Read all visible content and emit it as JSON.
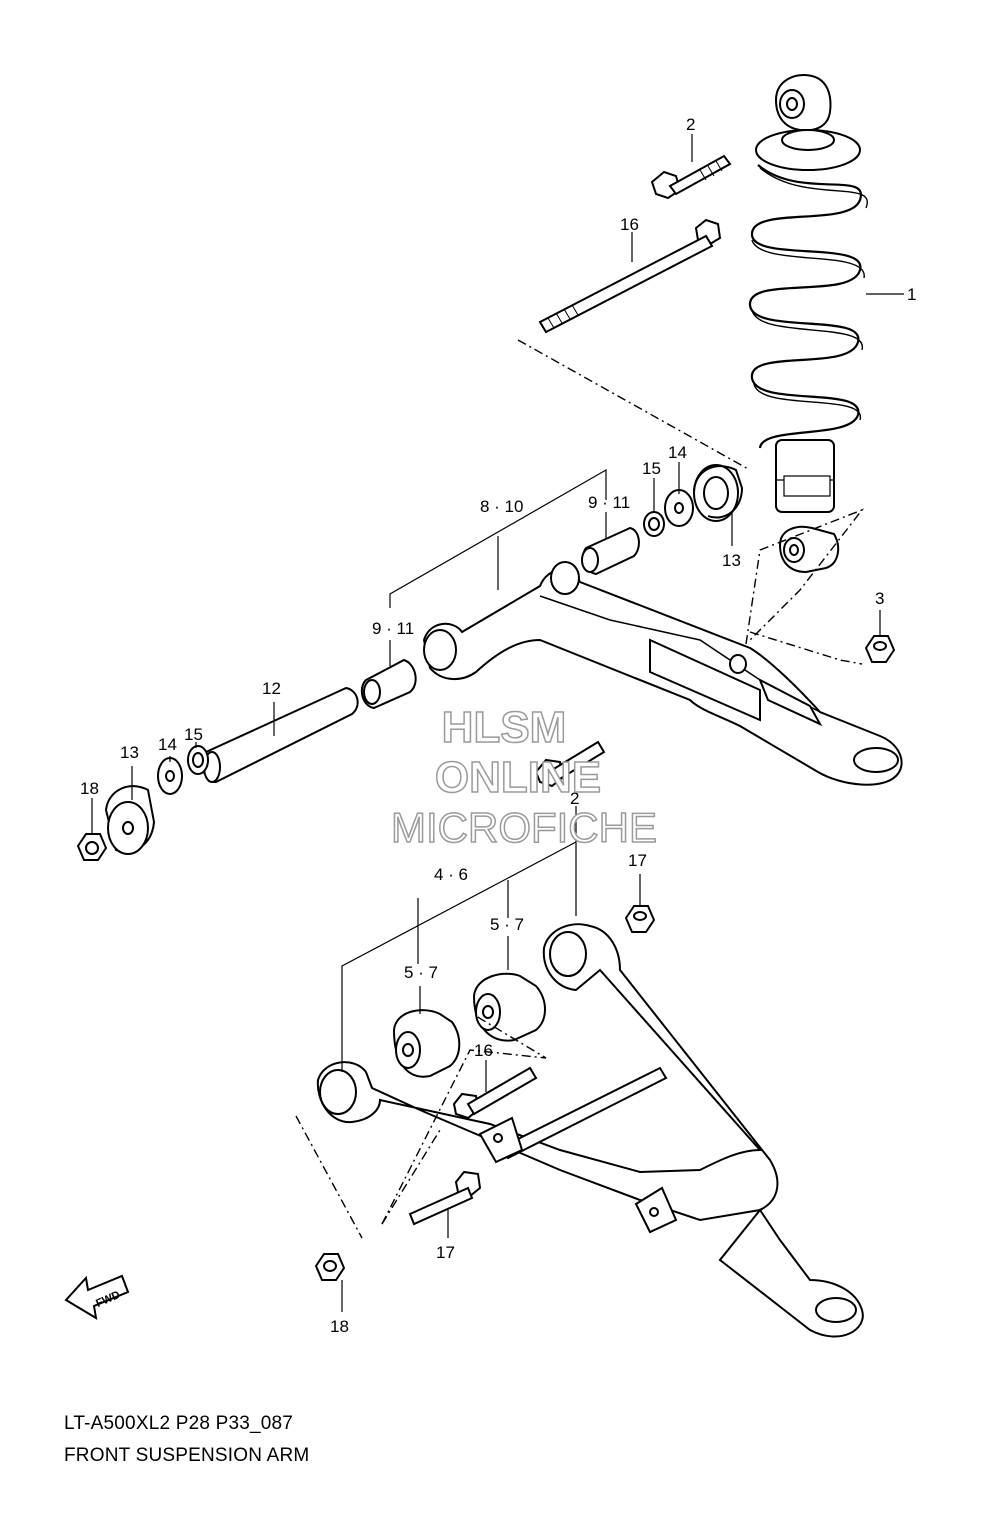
{
  "diagram": {
    "callouts": [
      {
        "id": "c1",
        "text": "1"
      },
      {
        "id": "c2a",
        "text": "2"
      },
      {
        "id": "c2b",
        "text": "2"
      },
      {
        "id": "c3",
        "text": "3"
      },
      {
        "id": "c4_6",
        "text": "4 · 6"
      },
      {
        "id": "c5_7a",
        "text": "5 · 7"
      },
      {
        "id": "c5_7b",
        "text": "5 · 7"
      },
      {
        "id": "c8_10",
        "text": "8 · 10"
      },
      {
        "id": "c9_11a",
        "text": "9 · 11"
      },
      {
        "id": "c9_11b",
        "text": "9 · 11"
      },
      {
        "id": "c12",
        "text": "12"
      },
      {
        "id": "c13a",
        "text": "13"
      },
      {
        "id": "c13b",
        "text": "13"
      },
      {
        "id": "c14a",
        "text": "14"
      },
      {
        "id": "c14b",
        "text": "14"
      },
      {
        "id": "c15a",
        "text": "15"
      },
      {
        "id": "c15b",
        "text": "15"
      },
      {
        "id": "c16a",
        "text": "16"
      },
      {
        "id": "c16b",
        "text": "16"
      },
      {
        "id": "c17a",
        "text": "17"
      },
      {
        "id": "c17b",
        "text": "17"
      },
      {
        "id": "c18a",
        "text": "18"
      },
      {
        "id": "c18b",
        "text": "18"
      }
    ],
    "fwd_label": "FWD"
  },
  "watermark": {
    "line1": "HLSM",
    "line2": "ONLINE",
    "line3": "MICROFICHE"
  },
  "caption": {
    "code": "LT-A500XL2 P28 P33_087",
    "title": "FRONT SUSPENSION ARM"
  }
}
